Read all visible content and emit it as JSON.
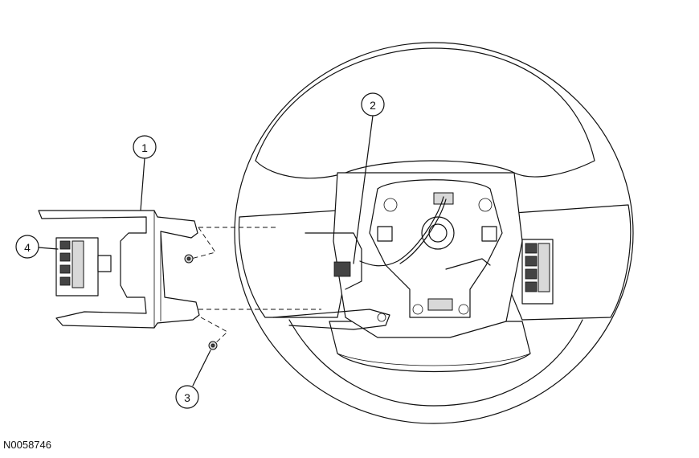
{
  "figure_id": "N0058746",
  "callouts": [
    {
      "id": "1",
      "label": "1"
    },
    {
      "id": "2",
      "label": "2"
    },
    {
      "id": "3",
      "label": "3"
    },
    {
      "id": "4",
      "label": "4"
    }
  ]
}
